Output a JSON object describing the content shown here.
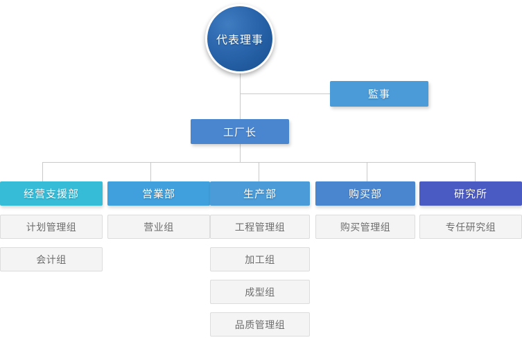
{
  "chart": {
    "type": "org-chart",
    "root": {
      "label": "代表理事",
      "shape": "circle",
      "color": "#2a64ab"
    },
    "staff": {
      "label": "監事",
      "color": "#4a9bd8"
    },
    "manager": {
      "label": "工厂长",
      "color": "#4a86d0"
    },
    "departments": [
      {
        "label": "经营支援部",
        "color": "#37bcd8",
        "groups": [
          "计划管理组",
          "会计组"
        ]
      },
      {
        "label": "営業部",
        "color": "#40a0dd",
        "groups": [
          "营业组"
        ]
      },
      {
        "label": "生产部",
        "color": "#4a9bd8",
        "groups": [
          "工程管理组",
          "加工组",
          "成型组",
          "品质管理组"
        ]
      },
      {
        "label": "购买部",
        "color": "#4a86d0",
        "groups": [
          "购买管理组"
        ]
      },
      {
        "label": "研究所",
        "color": "#4b5bc4",
        "groups": [
          "专任研究组"
        ]
      }
    ],
    "connector_color": "#c9c9c9",
    "subbox_bg": "#f4f4f4",
    "subbox_border": "#dcdcdc",
    "subbox_text": "#6d6d6d"
  }
}
